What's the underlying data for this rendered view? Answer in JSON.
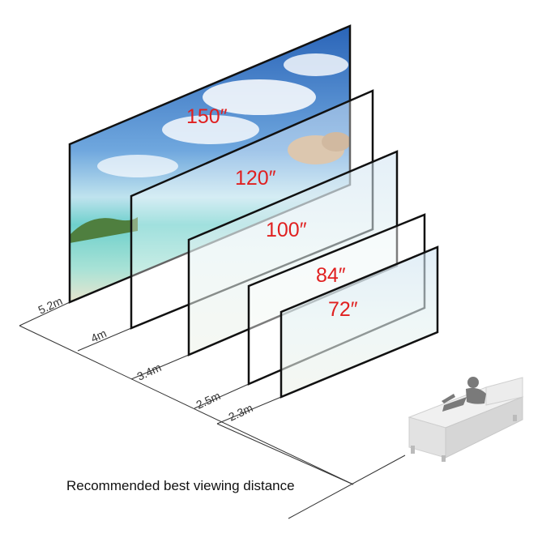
{
  "caption": "Recommended best viewing distance",
  "screens": [
    {
      "size": "150″",
      "distance": "5.2m"
    },
    {
      "size": "120″",
      "distance": "4m"
    },
    {
      "size": "100″",
      "distance": "3.4m"
    },
    {
      "size": "84″",
      "distance": "2.5m"
    },
    {
      "size": "72″",
      "distance": "2.3m"
    }
  ],
  "colors": {
    "size_label": "#e02020",
    "frame": "#111111",
    "sky_top": "#2f6fc4",
    "sea": "#7fd6d3",
    "sand": "#e9e4cf",
    "sofa": "#e6e6e6"
  },
  "icons": [
    "sofa-icon",
    "person-icon"
  ]
}
